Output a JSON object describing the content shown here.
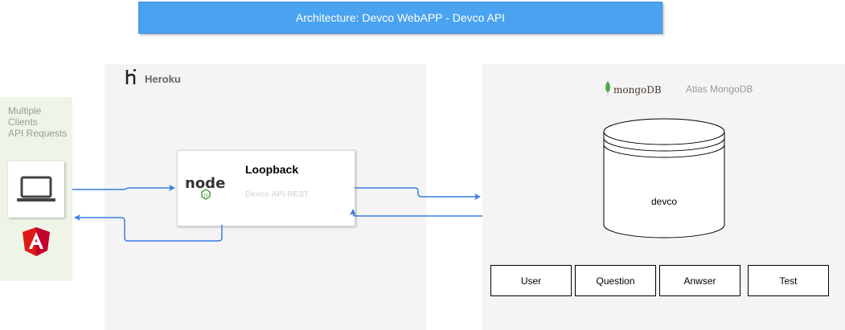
{
  "title": "Architecture: Devco WebAPP - Devco API",
  "clients": {
    "lines": [
      "Multiple",
      "Clients",
      "API Requests"
    ],
    "icons": [
      "laptop-icon",
      "angular-logo"
    ],
    "accent": "#eef5e6"
  },
  "heroku": {
    "label": "Heroku",
    "icon": "heroku-logo"
  },
  "loopback": {
    "title": "Loopback",
    "subtitle": "Devco API-REST",
    "icon": "nodejs-logo",
    "logo_text": "node"
  },
  "atlas": {
    "brand": "mongoDB",
    "label": "Atlas MongoDB",
    "icon": "mongodb-leaf"
  },
  "database": {
    "name": "devco",
    "collections": [
      "User",
      "Question",
      "Anwser",
      "Test"
    ]
  },
  "colors": {
    "title_bg": "#4aa3f0",
    "arrow": "#3b7ddd",
    "panel_bg": "#f4f4f4",
    "angular_red": "#dd1b16",
    "node_green": "#539e43",
    "mongo_green": "#4fa94d"
  }
}
